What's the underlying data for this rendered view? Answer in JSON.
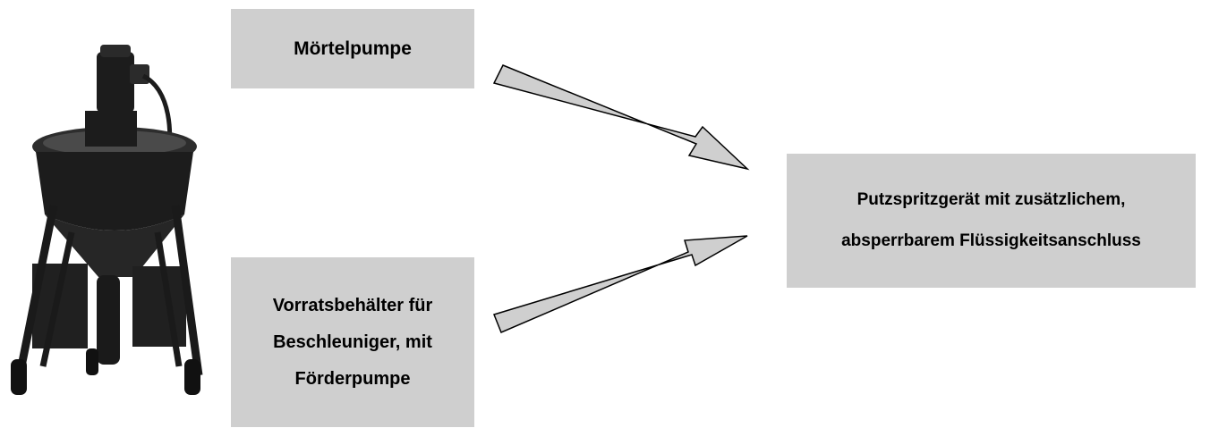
{
  "nodes": {
    "pump": {
      "label": "Mörtelpumpe"
    },
    "tank": {
      "lines": [
        "Vorratsbehälter für",
        "Beschleuniger, mit",
        "Förderpumpe"
      ]
    },
    "device": {
      "lines": [
        "Putzspritzgerät mit zusätzlichem,",
        "absperrbarem Flüssigkeitsanschluss"
      ]
    }
  },
  "edges": [
    {
      "from": "pump",
      "to": "device"
    },
    {
      "from": "tank",
      "to": "device"
    }
  ],
  "colors": {
    "box_fill": "#cfcfcf",
    "arrow_fill": "#cfcfcf",
    "arrow_stroke": "#000000",
    "machine_body": "#1c1c1c"
  }
}
